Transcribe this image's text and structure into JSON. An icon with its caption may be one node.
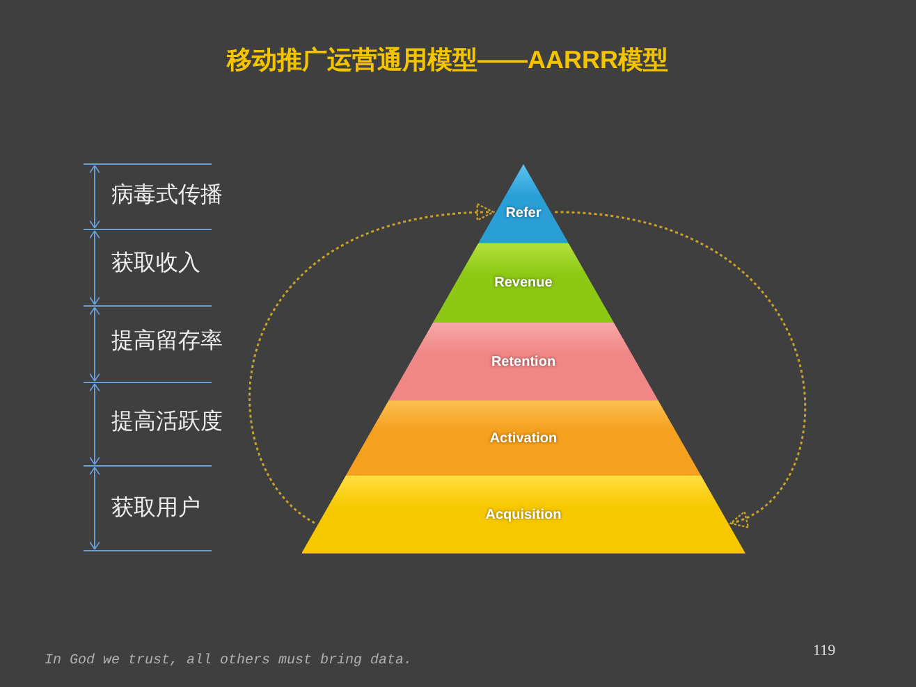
{
  "diagram": {
    "title": "移动推广运营通用模型——AARRR模型",
    "nodes": [
      {
        "text": [
          "Refer"
        ]
      },
      {
        "text": [
          "Revenue"
        ]
      },
      {
        "text": [
          "Retention"
        ]
      },
      {
        "text": [
          "Activation"
        ]
      },
      {
        "text": [
          "Acquisition"
        ]
      }
    ],
    "edges": [
      {
        "from": 4,
        "to": 0,
        "arrow": "to"
      },
      {
        "from": 0,
        "to": 4,
        "arrow": "to"
      }
    ],
    "labels": [
      "病毒式传播",
      "获取收入",
      "提高留存率",
      "提高活跃度",
      "获取用户",
      "In God we trust, all others must bring data.",
      "119"
    ]
  }
}
